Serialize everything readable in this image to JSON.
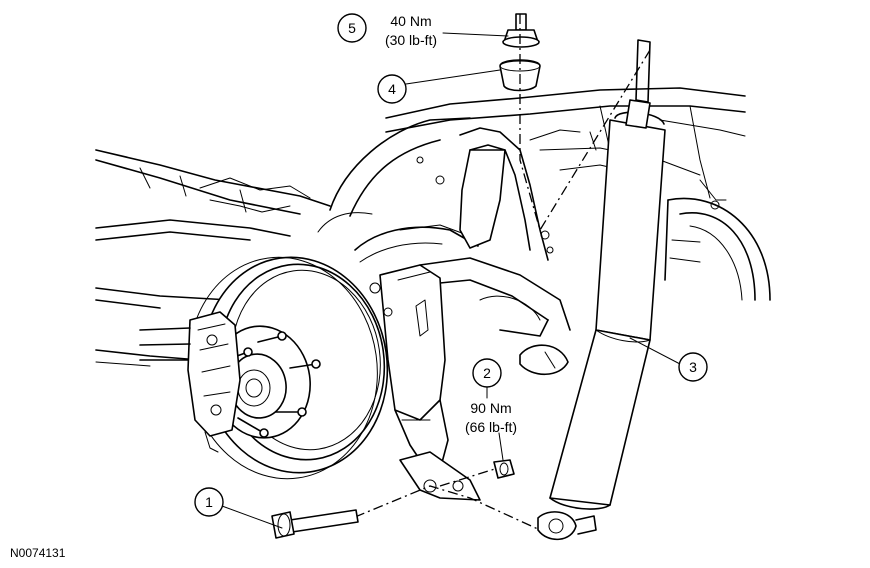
{
  "callouts": [
    {
      "number": "1"
    },
    {
      "number": "2"
    },
    {
      "number": "3"
    },
    {
      "number": "4"
    },
    {
      "number": "5"
    }
  ],
  "torque_specs": {
    "upper": {
      "line1": "40 Nm",
      "line2": "(30 lb-ft)"
    },
    "lower": {
      "line1": "90 Nm",
      "line2": "(66 lb-ft)"
    }
  },
  "figure_id": "N0074131"
}
